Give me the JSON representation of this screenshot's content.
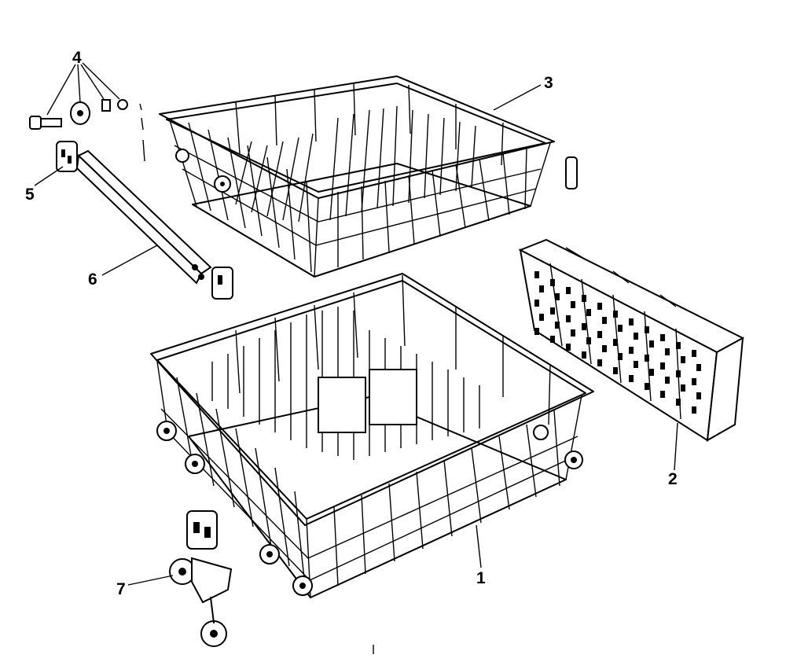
{
  "callouts": [
    {
      "id": "1",
      "text": "1"
    },
    {
      "id": "2",
      "text": "2"
    },
    {
      "id": "3",
      "text": "3"
    },
    {
      "id": "4",
      "text": "4"
    },
    {
      "id": "5",
      "text": "5"
    },
    {
      "id": "6",
      "text": "6"
    },
    {
      "id": "7",
      "text": "7"
    }
  ],
  "colors": {
    "ink": "#000000",
    "paper": "#ffffff"
  }
}
